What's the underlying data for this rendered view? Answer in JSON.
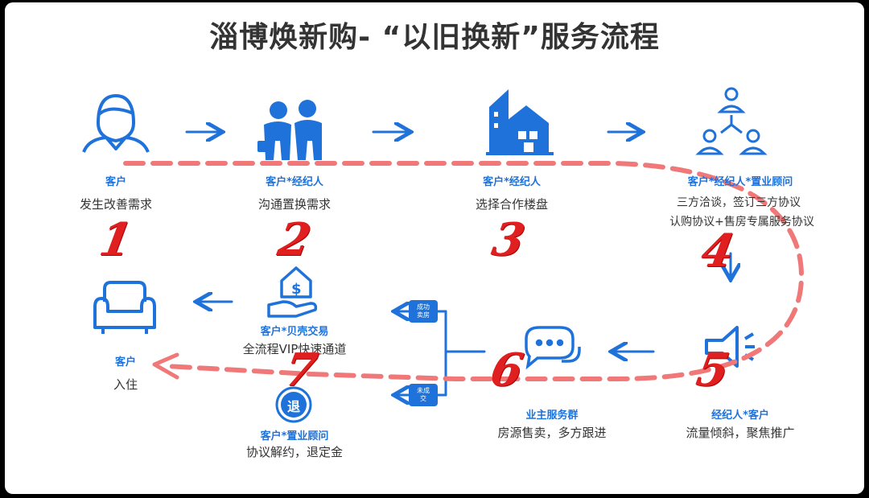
{
  "title": "淄博焕新购- “以旧换新”服务流程",
  "colors": {
    "accent": "#1f72d9",
    "number": "#e02020",
    "dash": "#f07878"
  },
  "steps": [
    {
      "number": "1",
      "role": "客户",
      "desc": "发生改善需求",
      "icon": "customer-icon"
    },
    {
      "number": "2",
      "role": "客户*经纪人",
      "desc": "沟通置换需求",
      "icon": "handshake-icon"
    },
    {
      "number": "3",
      "role": "客户*经纪人",
      "desc": "选择合作楼盘",
      "icon": "buildings-icon"
    },
    {
      "number": "4",
      "role": "客户*经纪人*置业顾问",
      "desc": "三方洽谈，签订三方协议",
      "desc2": "认购协议+售房专属服务协议",
      "icon": "network-icon"
    },
    {
      "number": "5",
      "role": "经纪人*客户",
      "desc": "流量倾斜，聚焦推广",
      "icon": "megaphone-icon"
    },
    {
      "number": "6",
      "role": "业主服务群",
      "desc": "房源售卖，多方跟进",
      "icon": "chat-icon"
    },
    {
      "number": "7",
      "role": "客户*贝壳交易",
      "desc": "全流程VIP快速通道",
      "icon": "house-money-icon"
    }
  ],
  "refund": {
    "role": "客户*置业顾问",
    "desc": "协议解约，退定金",
    "badge": "退",
    "icon": "refund-icon"
  },
  "final": {
    "role": "客户",
    "desc": "入住",
    "icon": "armchair-icon"
  },
  "branch_tags": {
    "success": [
      "成功",
      "卖房"
    ],
    "fail": [
      "未成",
      "交"
    ]
  }
}
